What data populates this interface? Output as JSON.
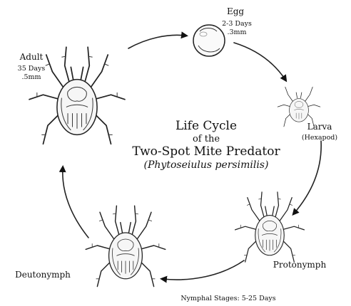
{
  "title": {
    "line1": "Life Cycle",
    "line2": "of the",
    "line3": "Two-Spot Mite Predator",
    "latin": "(Phytoseiulus persimilis)"
  },
  "stages": {
    "egg": {
      "label": "Egg",
      "duration": "2-3 Days",
      "size": ".3mm"
    },
    "larva": {
      "label": "Larva",
      "note": "(Hexapod)"
    },
    "protonymph": {
      "label": "Protonymph"
    },
    "deutonymph": {
      "label": "Deutonymph"
    },
    "adult": {
      "label": "Adult",
      "duration": "35 Days",
      "size": ".5mm"
    }
  },
  "footer": {
    "nymphal": "Nymphal Stages: 5-25 Days"
  },
  "colors": {
    "ink": "#111111",
    "fill": "#f6f6f6",
    "background": "#ffffff"
  }
}
